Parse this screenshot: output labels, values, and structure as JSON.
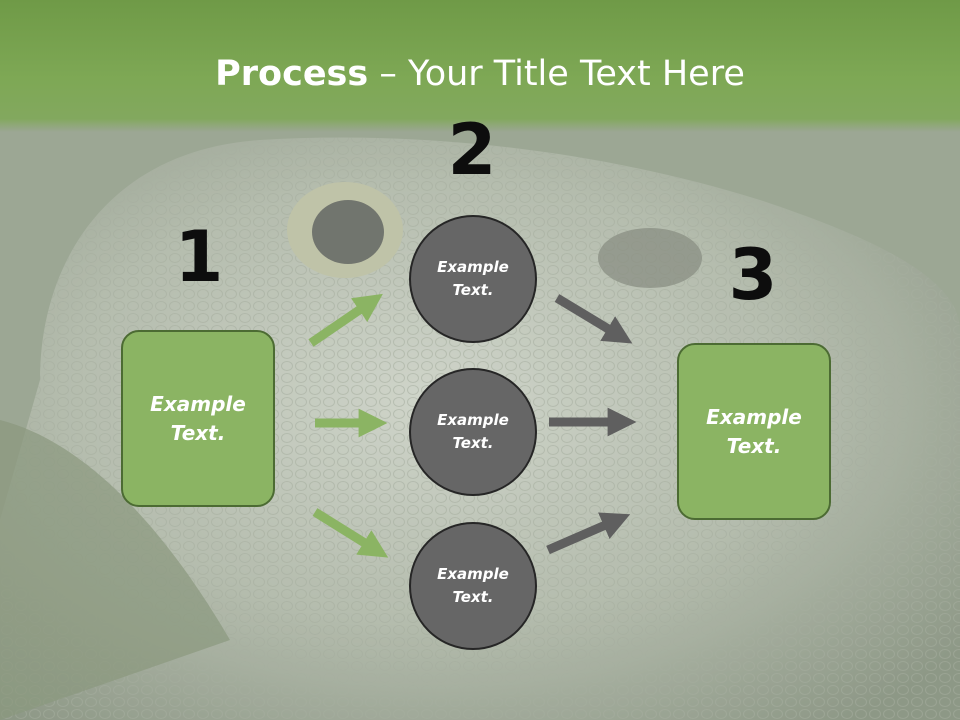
{
  "title": {
    "bold": "Process",
    "rest": " – Your Title Text Here"
  },
  "steps": [
    {
      "number": "1",
      "box_text": "Example\nText."
    },
    {
      "number": "2"
    },
    {
      "number": "3",
      "box_text": "Example\nText."
    }
  ],
  "circles": [
    {
      "text": "Example\nText."
    },
    {
      "text": "Example\nText."
    },
    {
      "text": "Example\nText."
    }
  ],
  "colors": {
    "green_accent": "#8bb463",
    "green_band": "#7ea855",
    "circle_fill": "#666666",
    "arrow_gray": "#5f5f5f",
    "arrow_green": "#8bb463"
  }
}
